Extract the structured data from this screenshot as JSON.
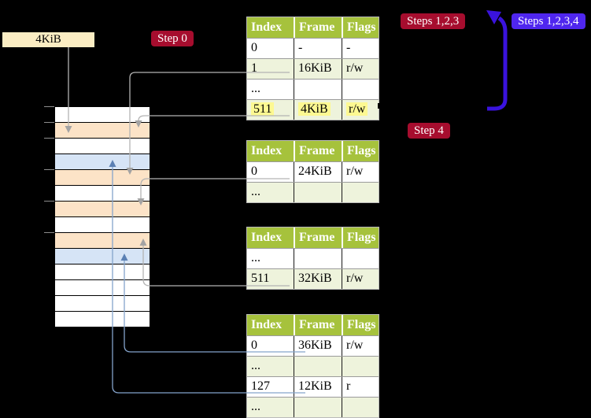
{
  "labels": {
    "frame_size": "4KiB",
    "step0": "Step 0",
    "steps123": "Steps 1,2,3",
    "steps1234": "Steps 1,2,3,4",
    "step4": "Step 4"
  },
  "tables": [
    {
      "name": "page-table-1",
      "headers": [
        "Index",
        "Frame",
        "Flags"
      ],
      "rows": [
        {
          "cells": [
            "0",
            "-",
            "-"
          ],
          "shaded": false,
          "highlight": false
        },
        {
          "cells": [
            "1",
            "16KiB",
            "r/w"
          ],
          "shaded": true,
          "highlight": false
        },
        {
          "cells": [
            "...",
            "",
            ""
          ],
          "shaded": false,
          "highlight": false
        },
        {
          "cells": [
            "511",
            "4KiB",
            "r/w"
          ],
          "shaded": true,
          "highlight": true
        }
      ]
    },
    {
      "name": "page-table-2",
      "headers": [
        "Index",
        "Frame",
        "Flags"
      ],
      "rows": [
        {
          "cells": [
            "0",
            "24KiB",
            "r/w"
          ],
          "shaded": false,
          "highlight": false
        },
        {
          "cells": [
            "...",
            "",
            ""
          ],
          "shaded": true,
          "highlight": false
        }
      ]
    },
    {
      "name": "page-table-3",
      "headers": [
        "Index",
        "Frame",
        "Flags"
      ],
      "rows": [
        {
          "cells": [
            "...",
            "",
            ""
          ],
          "shaded": false,
          "highlight": false
        },
        {
          "cells": [
            "511",
            "32KiB",
            "r/w"
          ],
          "shaded": true,
          "highlight": false
        }
      ]
    },
    {
      "name": "page-table-4",
      "headers": [
        "Index",
        "Frame",
        "Flags"
      ],
      "rows": [
        {
          "cells": [
            "0",
            "36KiB",
            "r/w"
          ],
          "shaded": false,
          "highlight": false
        },
        {
          "cells": [
            "...",
            "",
            ""
          ],
          "shaded": true,
          "highlight": false
        },
        {
          "cells": [
            "127",
            "12KiB",
            "r"
          ],
          "shaded": false,
          "highlight": false
        },
        {
          "cells": [
            "...",
            "",
            ""
          ],
          "shaded": true,
          "highlight": false
        }
      ]
    }
  ],
  "memory": {
    "rows": [
      "white",
      "peach",
      "white",
      "blue",
      "peach",
      "white",
      "peach",
      "white",
      "peach",
      "blue",
      "white",
      "white",
      "white",
      "white"
    ]
  },
  "colors": {
    "header_green": "#a6c23c",
    "row_green": "#eef3dc",
    "highlight_yellow": "#fdf992",
    "peach": "#fce3c7",
    "light_blue": "#d6e4f6",
    "wheat": "#fbedc3",
    "badge_red": "#a60d2e",
    "badge_blue": "#4f26ee",
    "arrow_blue": "#3a13dd",
    "line_gray": "#b3b3b3",
    "arrowhead_gray": "#a3a3a3",
    "line_blue": "#84a3cb",
    "arrowhead_blue": "#5b80b4"
  }
}
